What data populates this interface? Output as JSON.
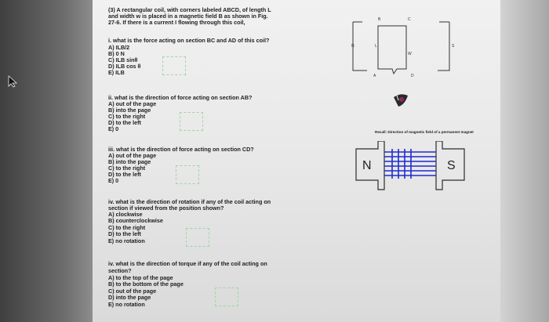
{
  "intro": [
    "(3) A rectangular coil, with corners labeled ABCD, of length L",
    "and width w is placed in a magnetic field B as shown in Fig.",
    "27-6. If there is a current I flowing through this coil,"
  ],
  "q1": [
    "i. what is the force acting on section BC and AD of this coil?",
    "A) ILB/2",
    "B) 0 N",
    "C) ILB sinθ",
    "D) ILB cos θ",
    "E) ILB"
  ],
  "q2": [
    "ii. what is the direction of force acting on section AB?",
    "A) out of the page",
    "B) into the page",
    "C) to the right",
    "D) to the left",
    "E) 0"
  ],
  "q3": [
    "iii. what is the direction of force acting on section CD?",
    "A) out of the page",
    "B) into the page",
    "C) to the right",
    "D) to the left",
    "E) 0"
  ],
  "q4": [
    "iv. what is the direction of rotation if any of the coil acting on",
    "section if viewed from the position shown?",
    "A) clockwise",
    "B) counterclockwise",
    "C) to the right",
    "D) to the left",
    "E) no rotation"
  ],
  "q5": [
    "iv. what is the direction of torque if any of the coil acting on",
    "section?",
    "A) to the top of the page",
    "B) to the bottom of the page",
    "C) out of the page",
    "D) into the page",
    "E) no rotation"
  ],
  "fig": {
    "labels": {
      "a": "A",
      "b": "B",
      "c": "C",
      "d": "D",
      "n_small": "N",
      "s_small": "S",
      "l": "L",
      "w": "W"
    },
    "recall": "Recall: Direction of magnetic field of a permanent magnet",
    "pole_n": "N",
    "pole_s": "S"
  },
  "colors": {
    "field_lines": "#1f2bd0",
    "magnet_outline": "#2c2c2c",
    "answer_box": "#9fd6a2"
  }
}
